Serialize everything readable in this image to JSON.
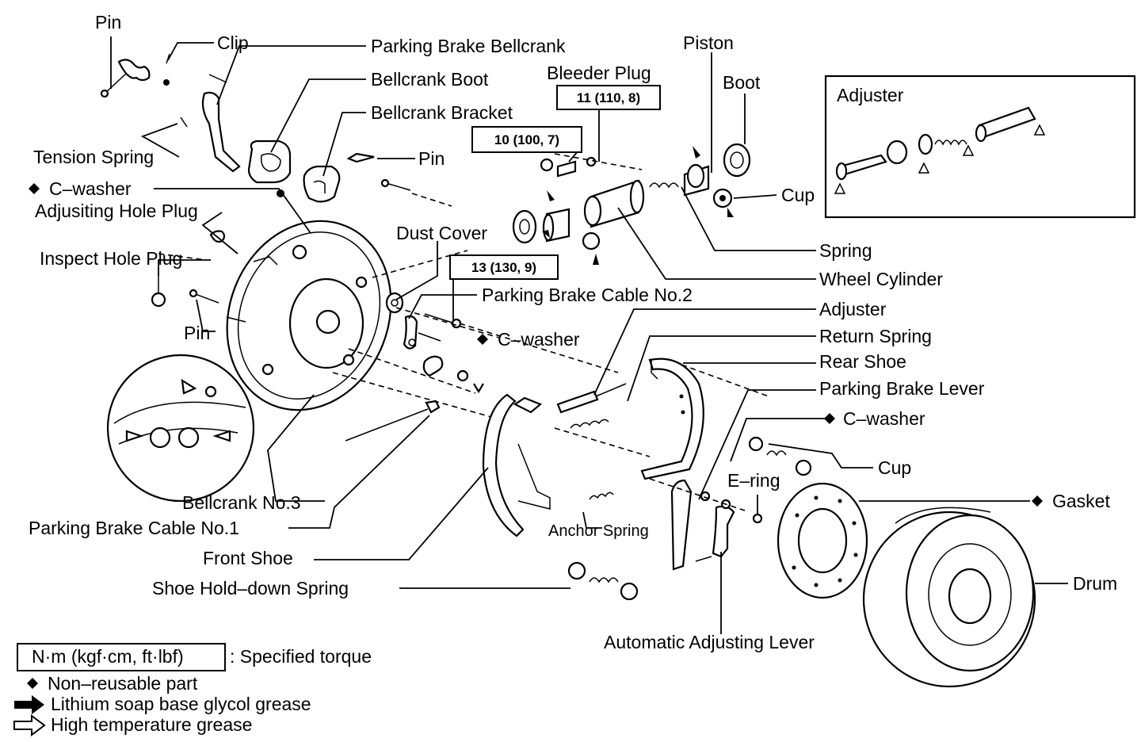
{
  "labels": {
    "pin_top": "Pin",
    "clip": "Clip",
    "parking_brake_bellcrank": "Parking Brake Bellcrank",
    "bellcrank_boot": "Bellcrank Boot",
    "bellcrank_bracket": "Bellcrank Bracket",
    "bleeder_plug": "Bleeder Plug",
    "piston": "Piston",
    "boot": "Boot",
    "adjuster_inset": "Adjuster",
    "tension_spring": "Tension Spring",
    "pin_mid": "Pin",
    "c_washer_1": "C–washer",
    "adjusting_hole_plug": "Adjusiting Hole Plug",
    "cup_top": "Cup",
    "dust_cover": "Dust Cover",
    "inspect_hole_plug": "Inspect Hole Plug",
    "spring": "Spring",
    "wheel_cylinder": "Wheel Cylinder",
    "parking_brake_cable_2": "Parking Brake Cable No.2",
    "adjuster": "Adjuster",
    "pin_left": "Pin",
    "c_washer_2": "C–washer",
    "return_spring": "Return Spring",
    "rear_shoe": "Rear Shoe",
    "parking_brake_lever": "Parking Brake Lever",
    "c_washer_3": "C–washer",
    "cup_right": "Cup",
    "e_ring": "E–ring",
    "gasket": "Gasket",
    "bellcrank_no3": "Bellcrank No.3",
    "parking_brake_cable_1": "Parking Brake Cable No.1",
    "anchor_spring": "Anchor Spring",
    "front_shoe": "Front Shoe",
    "drum": "Drum",
    "shoe_hold_down_spring": "Shoe Hold–down Spring",
    "automatic_adjusting_lever": "Automatic Adjusting Lever"
  },
  "torques": {
    "bleeder": "11 (110, 8)",
    "wheel_cylinder_bolt": "10 (100, 7)",
    "backing_plate_bolt": "13 (130, 9)"
  },
  "legend": {
    "unit_box": "N·m (kgf·cm, ft·lbf)",
    "unit_desc": ": Specified torque",
    "non_reusable": "Non–reusable part",
    "lithium_grease": "Lithium soap base glycol grease",
    "high_temp_grease": "High temperature grease"
  },
  "icons": {
    "non_reusable": "black-diamond-icon",
    "lithium_grease": "solid-arrow-icon",
    "high_temp_grease": "outline-arrow-icon"
  }
}
